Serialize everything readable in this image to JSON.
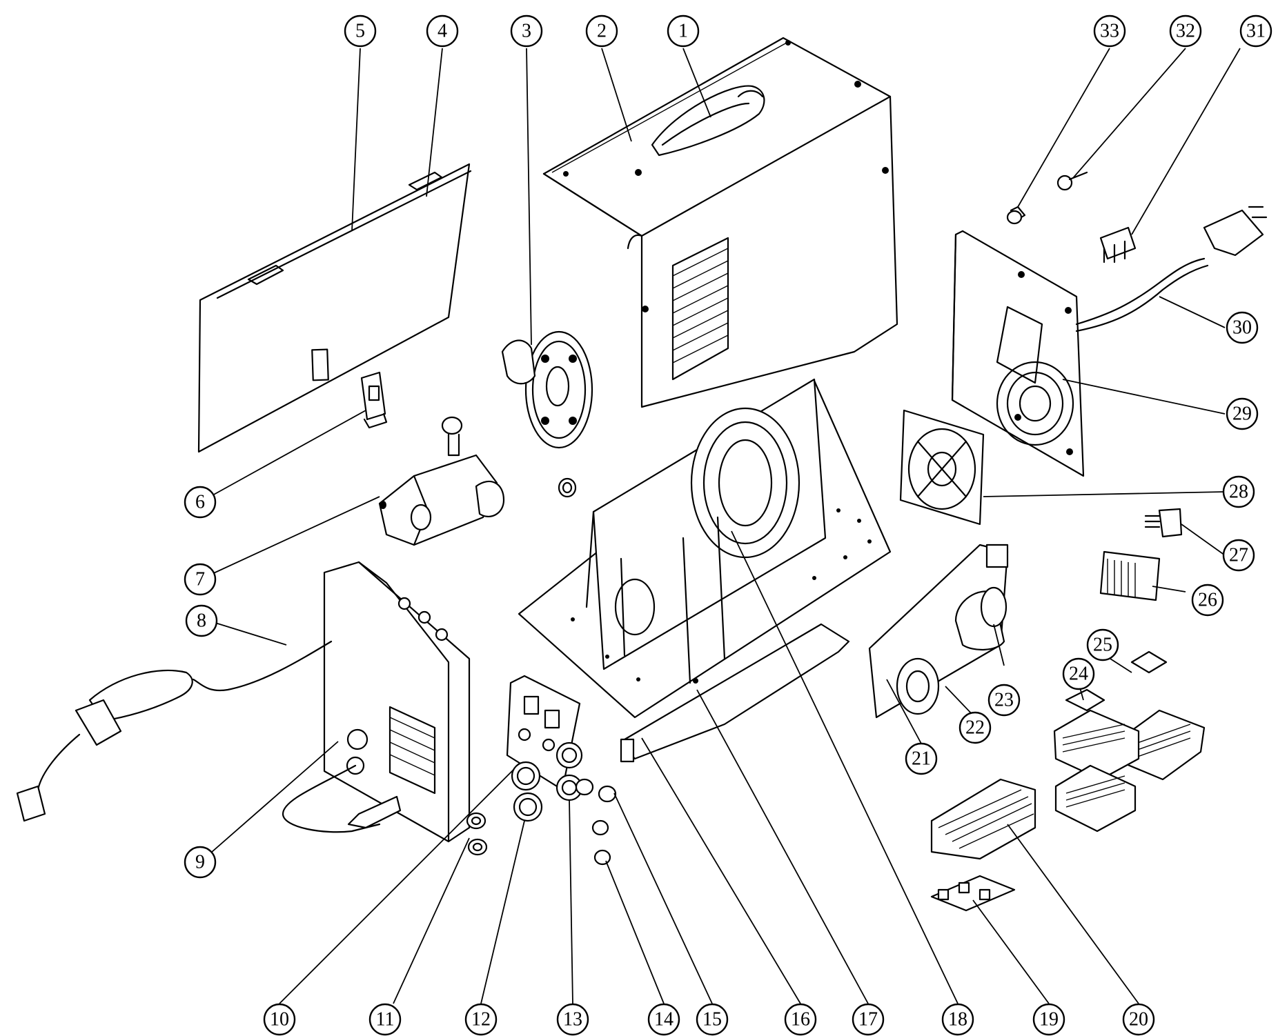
{
  "callouts": [
    "1",
    "2",
    "3",
    "4",
    "5",
    "6",
    "7",
    "8",
    "9",
    "10",
    "11",
    "12",
    "13",
    "14",
    "15",
    "16",
    "17",
    "18",
    "19",
    "20",
    "21",
    "22",
    "23",
    "24",
    "25",
    "26",
    "27",
    "28",
    "29",
    "30",
    "31",
    "32",
    "33"
  ]
}
